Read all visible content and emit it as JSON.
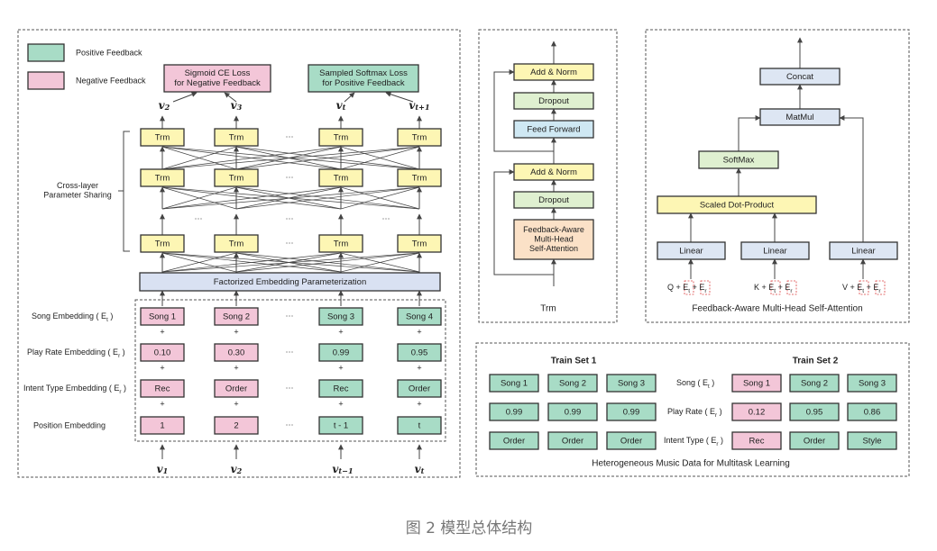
{
  "colors": {
    "positive": "#a8dcc6",
    "negative": "#f3c6d8",
    "trm": "#fdf6b4",
    "embed_param": "#d9e1f2",
    "dropout": "#dff0d0",
    "ffn": "#cfe8f3",
    "attn": "#fbe1c7",
    "concat": "#dde6f3",
    "border": "#333333"
  },
  "legend": {
    "positive": "Positive Feedback",
    "negative": "Negative Feedback"
  },
  "left_panel": {
    "loss_negative": [
      "Sigmoid CE Loss",
      "for Negative Feedback"
    ],
    "loss_positive": [
      "Sampled Softmax Loss",
      "for Positive Feedback"
    ],
    "outputs": {
      "o1": {
        "base": "v",
        "sub": "2"
      },
      "o2": {
        "base": "v",
        "sub": "3"
      },
      "o3": {
        "base": "v",
        "sub": "t"
      },
      "o4": {
        "base": "v",
        "sub": "t+1"
      }
    },
    "trm_label": "Trm",
    "ellipsis": "···",
    "cross_layer": [
      "Cross-layer",
      "Parameter Sharing"
    ],
    "factorized": "Factorized Embedding Parameterization",
    "plus": "+",
    "row_labels": {
      "song": "Song Embedding ( E",
      "song_sub": "t",
      "play": "Play Rate Embedding ( E",
      "play_sub": "r",
      "intent": "Intent Type Embedding ( E",
      "intent_sub": "r",
      "close": " )",
      "position": "Position Embedding"
    },
    "songs": [
      "Song 1",
      "Song 2",
      "Song 3",
      "Song 4"
    ],
    "rates": [
      "0.10",
      "0.30",
      "0.99",
      "0.95"
    ],
    "intents": [
      "Rec",
      "Order",
      "Rec",
      "Order"
    ],
    "positions": [
      "1",
      "2",
      "t - 1",
      "t"
    ],
    "inputs": {
      "i1": {
        "base": "v",
        "sub": "1"
      },
      "i2": {
        "base": "v",
        "sub": "2"
      },
      "i3": {
        "base": "v",
        "sub": "t−1"
      },
      "i4": {
        "base": "v",
        "sub": "t"
      }
    }
  },
  "trm_panel": {
    "add_norm": "Add & Norm",
    "dropout": "Dropout",
    "feed_forward": "Feed Forward",
    "attn": [
      "Feedback-Aware",
      "Multi-Head",
      "Self-Attention"
    ],
    "caption": "Trm"
  },
  "attn_panel": {
    "concat": "Concat",
    "matmul": "MatMul",
    "softmax": "SoftMax",
    "scaled": "Scaled Dot-Product",
    "linear": "Linear",
    "inputs": {
      "q": {
        "prefix": "Q + ",
        "term1": "E",
        "sub1": "t",
        "plus": " + ",
        "term2": "E",
        "sub2": "r"
      },
      "k": {
        "prefix": "K + ",
        "term1": "E",
        "sub1": "t",
        "plus": " + ",
        "term2": "E",
        "sub2": "r"
      },
      "v": {
        "prefix": "V + ",
        "term1": "E",
        "sub1": "t",
        "plus": " + ",
        "term2": "E",
        "sub2": "r"
      }
    },
    "caption": "Feedback-Aware Multi-Head Self-Attention"
  },
  "data_panel": {
    "set1_title": "Train Set 1",
    "set2_title": "Train Set 2",
    "set1": {
      "songs": [
        "Song 1",
        "Song 2",
        "Song 3"
      ],
      "rates": [
        "0.99",
        "0.99",
        "0.99"
      ],
      "intents": [
        "Order",
        "Order",
        "Order"
      ]
    },
    "set2": {
      "songs": [
        "Song 1",
        "Song 2",
        "Song 3"
      ],
      "rates": [
        "0.12",
        "0.95",
        "0.86"
      ],
      "intents": [
        "Rec",
        "Order",
        "Style"
      ]
    },
    "labels": {
      "song": "Song ( E",
      "song_sub": "t",
      "rate": "Play Rate ( E",
      "rate_sub": "r",
      "intent": "Intent Type ( E",
      "intent_sub": "r",
      "close": " )"
    },
    "caption": "Heterogeneous Music Data for Multitask Learning"
  },
  "figure_caption": "图 2 模型总体结构"
}
